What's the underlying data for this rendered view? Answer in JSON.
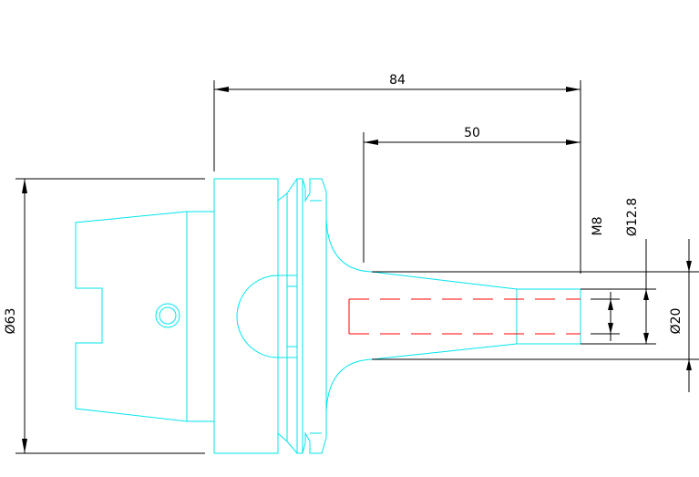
{
  "dimensions": {
    "overall_length": "84",
    "gauge_length": "50",
    "thread": "M8",
    "inner_diameter": "Ø12.8",
    "outer_diameter": "Ø20",
    "flange_diameter": "Ø63"
  },
  "colors": {
    "outline": "#00e5ee",
    "dimension": "#000000",
    "hidden_line": "#ff0000",
    "background": "#ffffff"
  }
}
